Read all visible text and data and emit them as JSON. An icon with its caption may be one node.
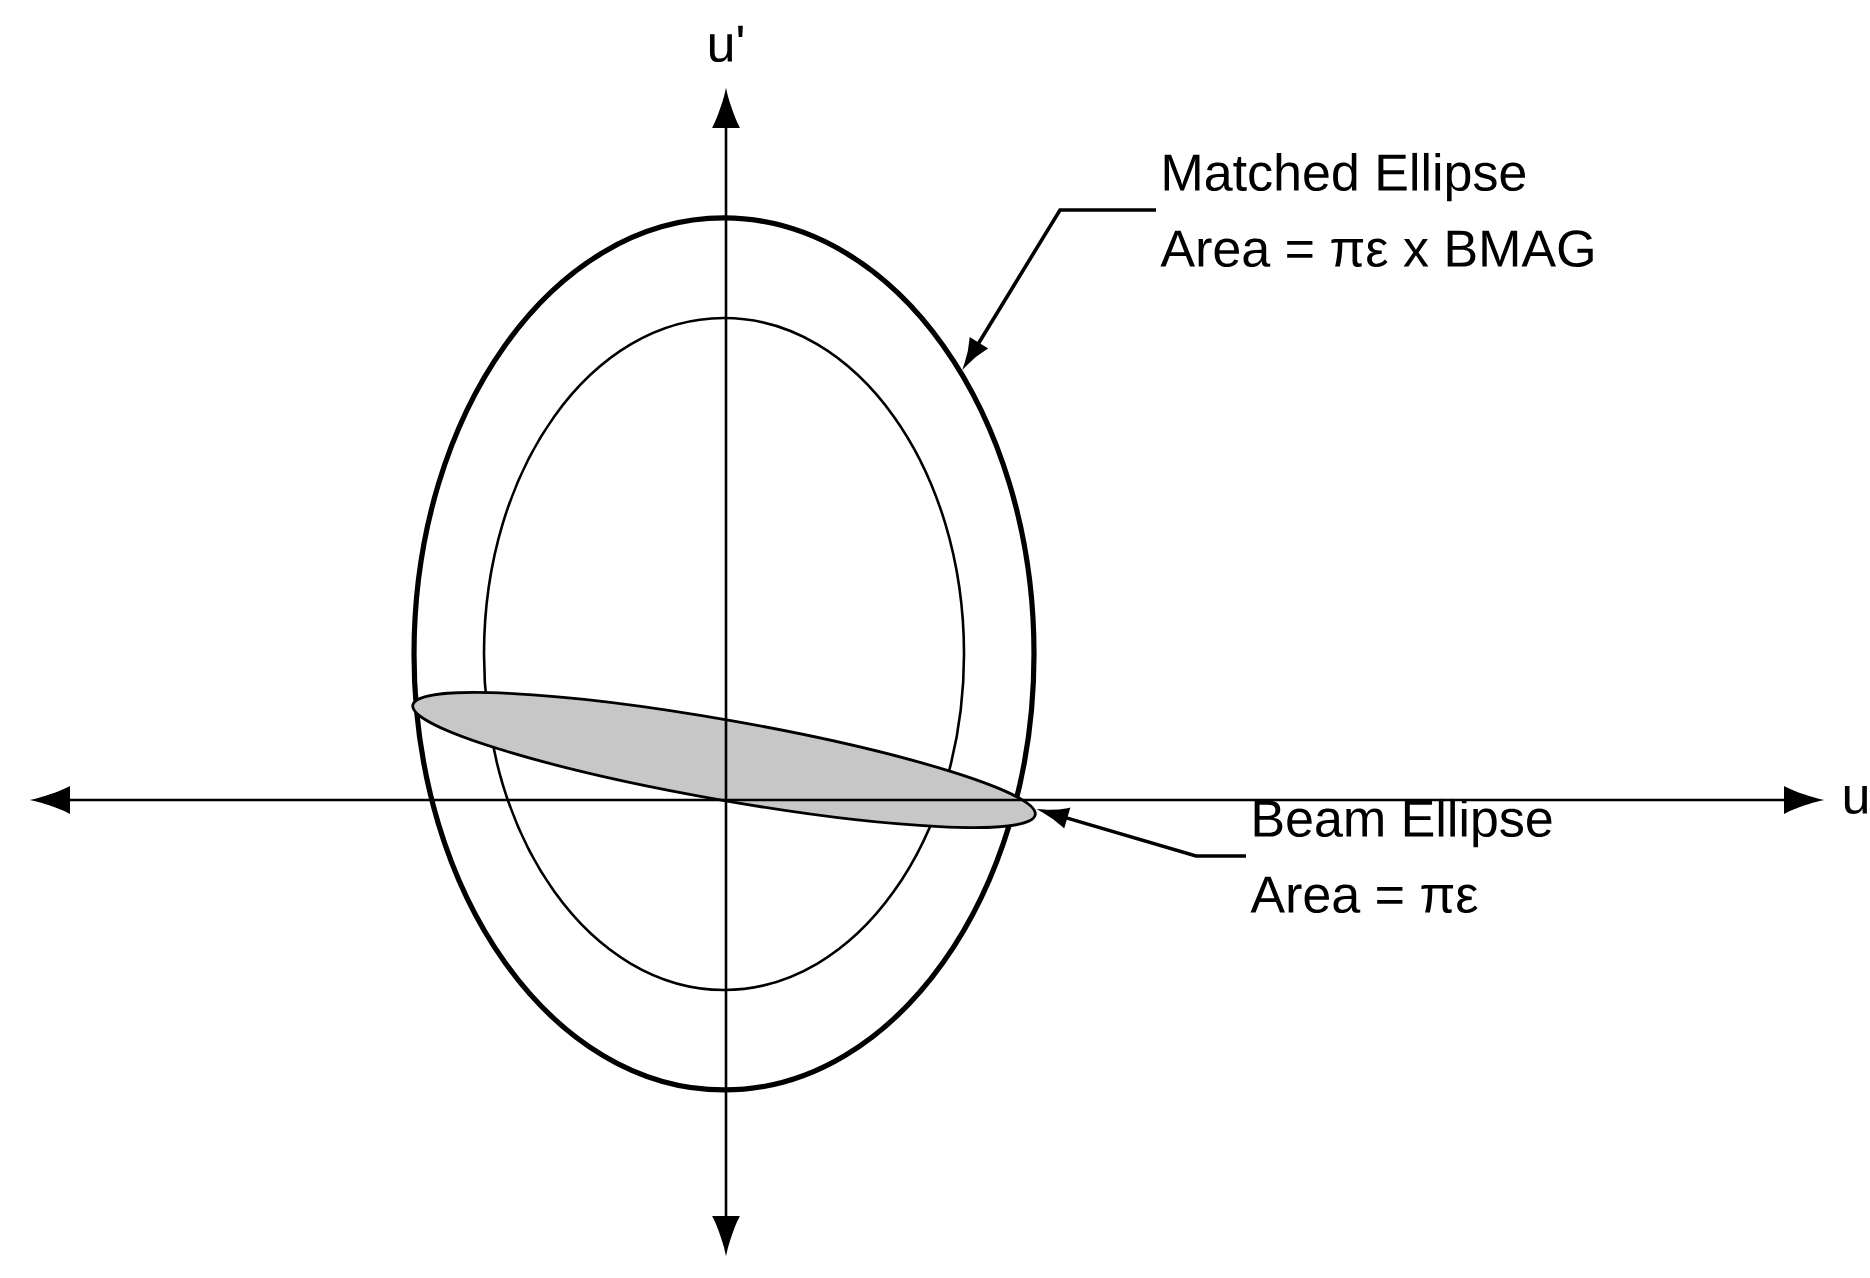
{
  "diagram": {
    "nodes": [
      {
        "text": [
          "Matched Ellipse",
          "Area = πε x BMAG"
        ]
      },
      {
        "text": [],
        "shape": "ellipse"
      },
      {
        "text": [],
        "shape": "ellipse",
        "in": 1
      },
      {
        "text": [],
        "shape": "ellipse",
        "in": 1
      },
      {
        "text": [
          "Beam Ellipse",
          "Area = πε"
        ]
      }
    ],
    "edges": [
      {
        "from": 0,
        "to": 1,
        "arrow": "to"
      },
      {
        "from": 4,
        "to": 3,
        "arrow": "to"
      }
    ],
    "labels": [
      "u'",
      "u"
    ]
  }
}
